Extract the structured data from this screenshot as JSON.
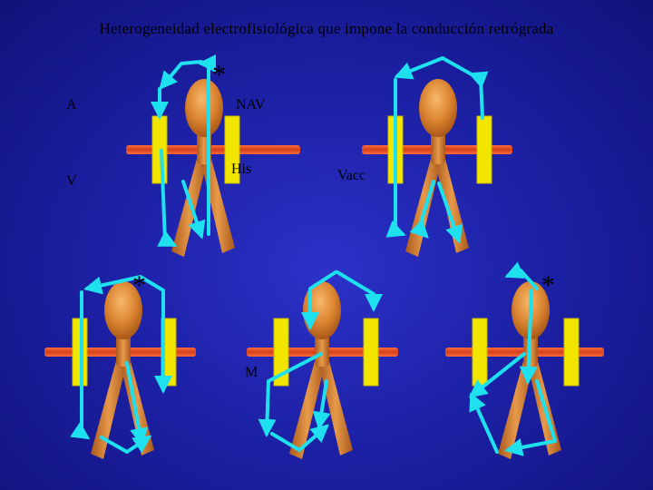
{
  "title": "Heterogeneidad electrofisiológica que impone la conducción retrógrada",
  "labels": {
    "a": "A",
    "nav": "NAV",
    "his": "His",
    "v": "V",
    "vacc": "Vacc",
    "m": "M"
  },
  "stars": {
    "top": "*",
    "left": "*",
    "right": "*"
  },
  "colors": {
    "background": "#1d21a6",
    "tissue": "#d98a3c",
    "atrial_bar": "#e0502a",
    "annulus": "#f2e600",
    "pathway": "#1fe0ee"
  }
}
